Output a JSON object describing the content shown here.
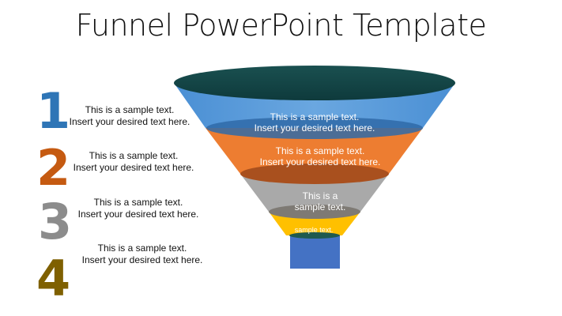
{
  "title": "Funnel PowerPoint Template",
  "steps": [
    {
      "number": "1",
      "color": "#2e75b6",
      "line1": "This is a sample text.",
      "line2": "Insert your desired text here."
    },
    {
      "number": "2",
      "color": "#c55a11",
      "line1": "This is a sample text.",
      "line2": "Insert your desired text here."
    },
    {
      "number": "3",
      "color": "#8c8c8c",
      "line1": "This is a sample text.",
      "line2": "Insert your desired text here."
    },
    {
      "number": "4",
      "color": "#7f6000",
      "line1": "This is a sample text.",
      "line2": "Insert your desired text here."
    }
  ],
  "funnel": {
    "blue": {
      "line1": "This is a sample text.",
      "line2": "Insert your desired text here."
    },
    "orange": {
      "line1": "This is a sample text.",
      "line2": "Insert your desired text here."
    },
    "gray": {
      "line1": "This is a",
      "line2": "sample text."
    },
    "yellow": {
      "line1": "sample text."
    }
  }
}
